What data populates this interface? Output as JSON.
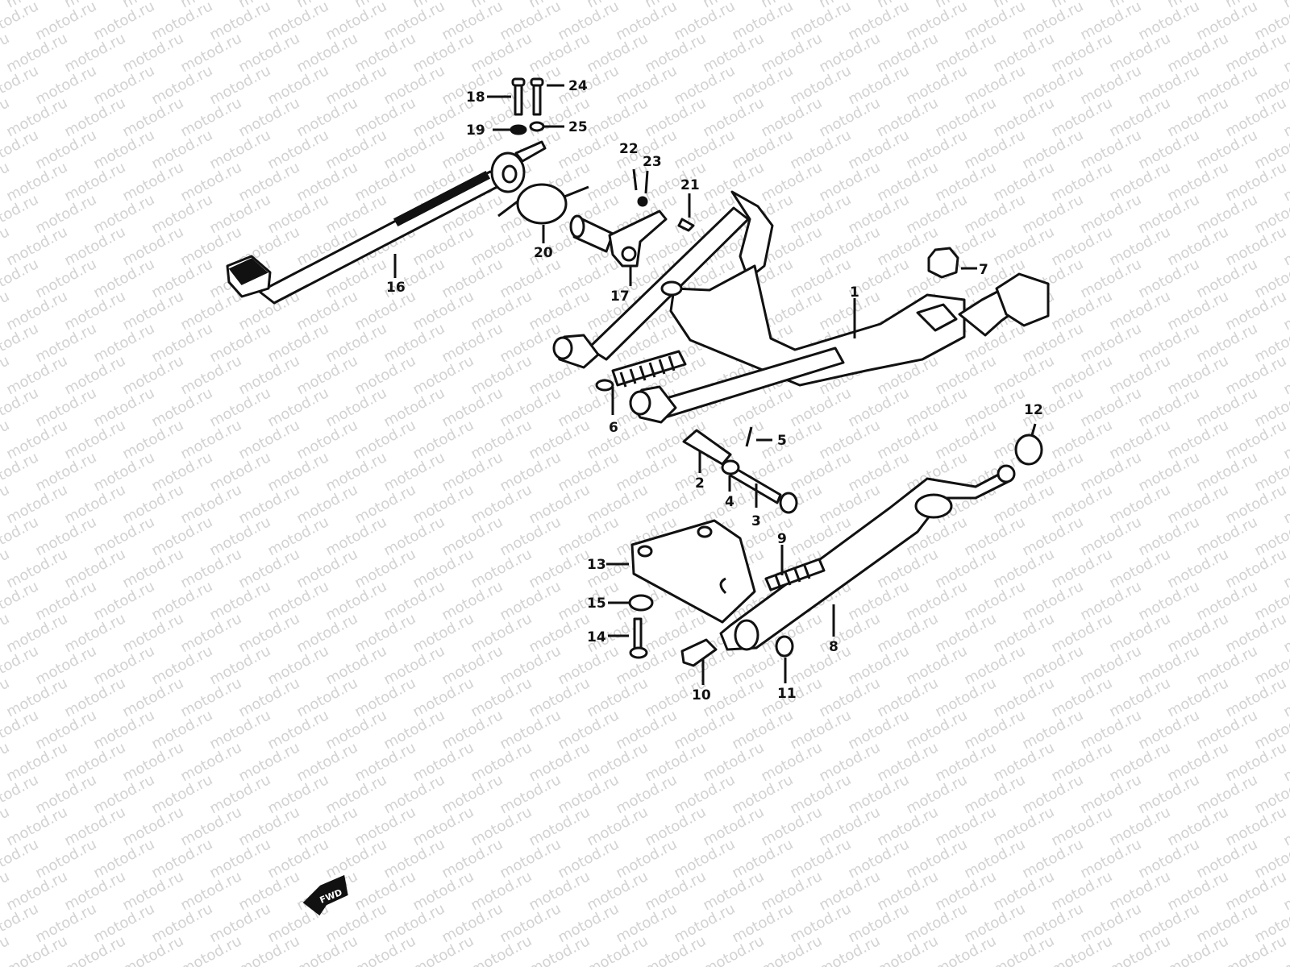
{
  "watermark": "motod.ru",
  "direction_marker": "FWD",
  "colors": {
    "ink": "#111111",
    "paper": "#ffffff",
    "watermark": "#d2d2d2"
  },
  "callouts": [
    "1",
    "2",
    "3",
    "4",
    "5",
    "6",
    "7",
    "8",
    "9",
    "10",
    "11",
    "12",
    "13",
    "14",
    "15",
    "16",
    "17",
    "18",
    "19",
    "20",
    "21",
    "22",
    "23",
    "24",
    "25"
  ]
}
